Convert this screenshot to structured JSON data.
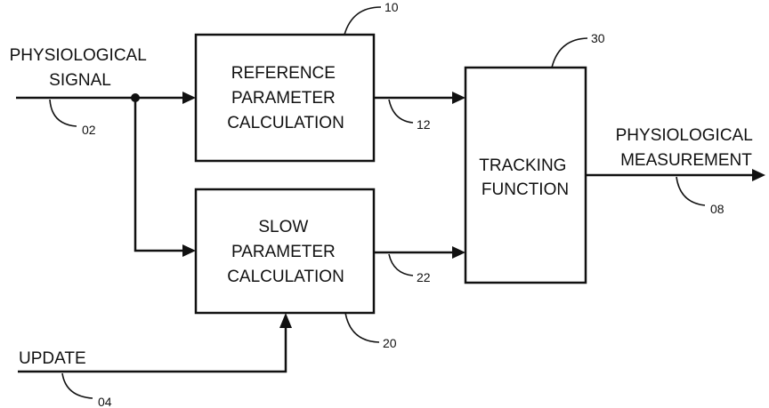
{
  "inputs": {
    "physiological_signal": [
      "PHYSIOLOGICAL",
      "SIGNAL"
    ],
    "update": "UPDATE"
  },
  "blocks": {
    "reference": [
      "REFERENCE",
      "PARAMETER",
      "CALCULATION"
    ],
    "slow": [
      "SLOW",
      "PARAMETER",
      "CALCULATION"
    ],
    "tracking": [
      "TRACKING",
      "FUNCTION"
    ]
  },
  "outputs": {
    "physiological_measurement": [
      "PHYSIOLOGICAL",
      "MEASUREMENT"
    ]
  },
  "reference_numerals": {
    "physiological_signal": "02",
    "update": "04",
    "measurement": "08",
    "reference_block": "10",
    "reference_output": "12",
    "slow_block": "20",
    "slow_output": "22",
    "tracking_block": "30"
  }
}
